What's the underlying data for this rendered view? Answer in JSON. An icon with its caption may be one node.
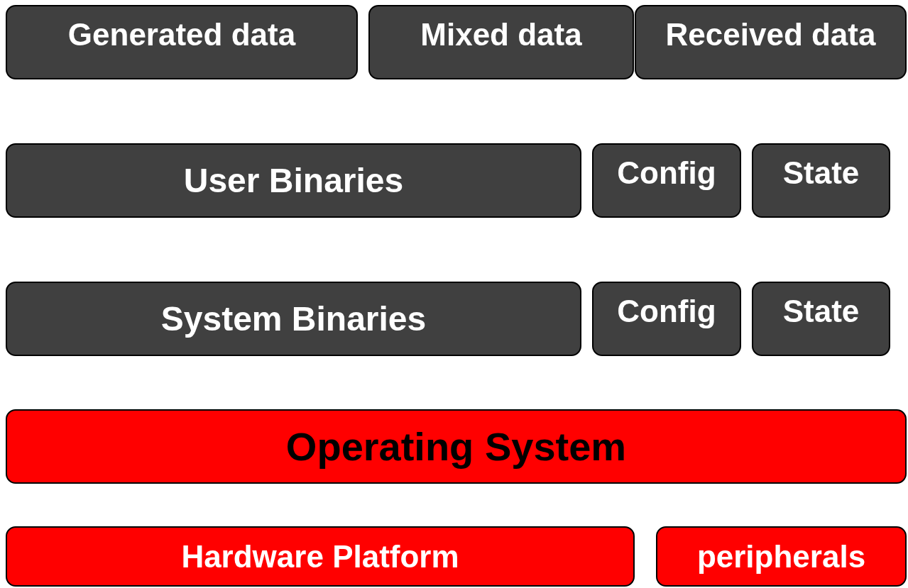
{
  "diagram": {
    "nodes": [
      {
        "text": [
          "Generated data"
        ]
      },
      {
        "text": [
          "Mixed data"
        ]
      },
      {
        "text": [
          "Received data"
        ]
      },
      {
        "text": [
          "User Binaries"
        ]
      },
      {
        "text": [
          "Config"
        ]
      },
      {
        "text": [
          "State"
        ]
      },
      {
        "text": [
          "System Binaries"
        ]
      },
      {
        "text": [
          "Config"
        ]
      },
      {
        "text": [
          "State"
        ]
      },
      {
        "text": [
          "Operating System"
        ]
      },
      {
        "text": [
          "Hardware Platform"
        ]
      },
      {
        "text": [
          "peripherals"
        ]
      }
    ]
  }
}
